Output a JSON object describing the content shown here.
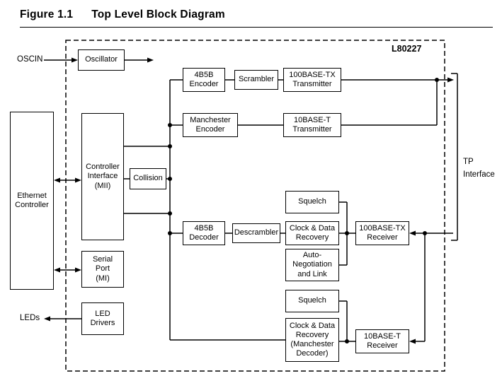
{
  "title": {
    "figure_label": "Figure 1.1",
    "figure_title": "Top Level Block Diagram"
  },
  "chip": {
    "part_number": "L80227"
  },
  "external_labels": {
    "oscin": "OSCIN",
    "leds": "LEDs",
    "tp_interface": "TP\nInterface"
  },
  "blocks": {
    "oscillator": "Oscillator",
    "ethernet_controller": "Ethernet\nController",
    "controller_interface": "Controller\nInterface\n(MII)",
    "collision": "Collision",
    "encoder_4b5b": "4B5B\nEncoder",
    "scrambler": "Scrambler",
    "transmitter_100base_tx": "100BASE-TX\nTransmitter",
    "manchester_encoder": "Manchester\nEncoder",
    "transmitter_10base_t": "10BASE-T\nTransmitter",
    "squelch_100": "Squelch",
    "decoder_4b5b": "4B5B\nDecoder",
    "descrambler": "Descrambler",
    "clock_data_recovery": "Clock & Data\nRecovery",
    "receiver_100base_tx": "100BASE-TX\nReceiver",
    "auto_negotiation": "Auto-\nNegotiation\nand Link",
    "squelch_10": "Squelch",
    "clock_data_recovery_manchester": "Clock & Data\nRecovery\n(Manchester\nDecoder)",
    "receiver_10base_t": "10BASE-T\nReceiver",
    "serial_port": "Serial\nPort\n(MI)",
    "led_drivers": "LED\nDrivers"
  }
}
